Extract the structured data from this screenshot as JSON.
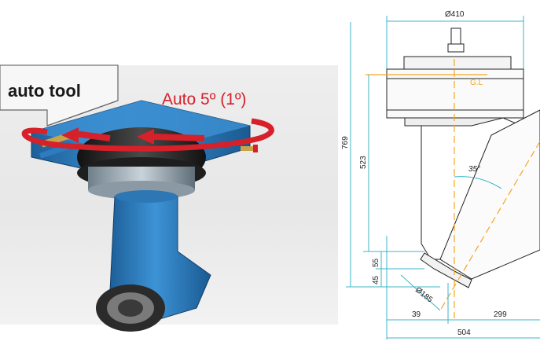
{
  "photo": {
    "label_auto_tool": "auto tool",
    "label_rotation": "Auto 5º (1º)",
    "colors": {
      "head_blue": "#2f83c6",
      "arrow_red": "#d6202a",
      "tool_dark": "#2b2b2b"
    }
  },
  "drawing": {
    "dim_top_diameter": "Ø410",
    "label_gauge_line": "G.L",
    "dim_overall_height": "769",
    "dim_height_upper": "523",
    "dim_angle": "35°",
    "dim_lower_55": "55",
    "dim_lower_45": "45",
    "dim_spindle_diameter": "Ø185",
    "dim_bottom_39": "39",
    "dim_bottom_299": "299",
    "dim_bottom_504": "504",
    "colors": {
      "gauge_line": "#f5a623",
      "dim_line": "#3cb6c8",
      "outline": "#222222"
    }
  }
}
